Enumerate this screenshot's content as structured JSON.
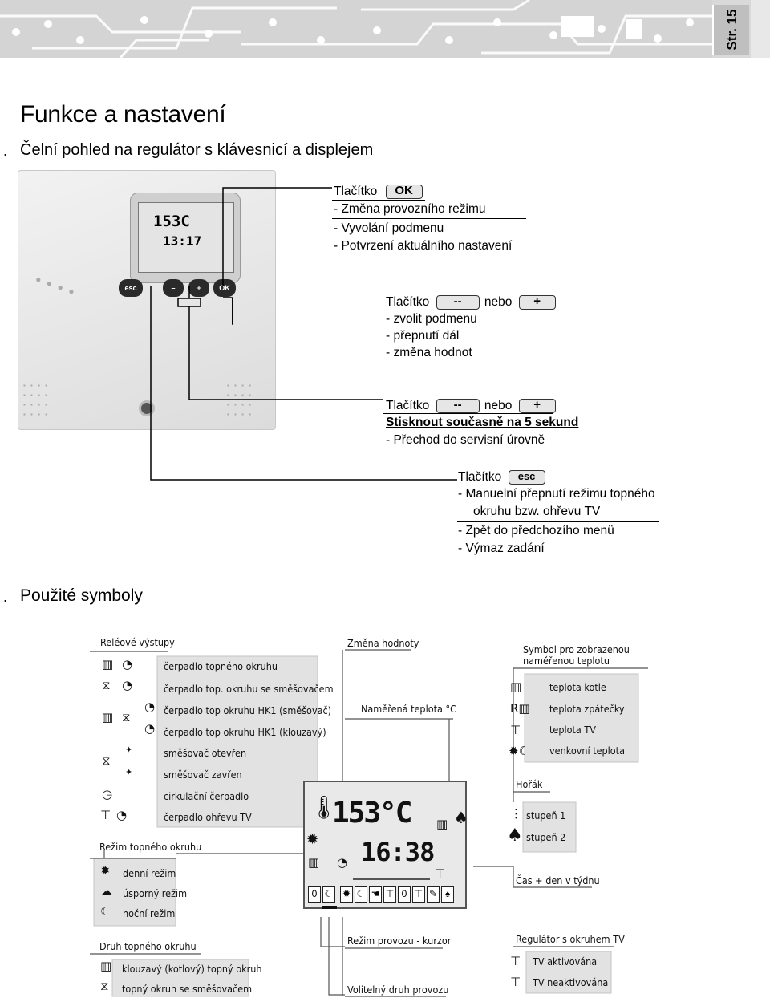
{
  "header": {
    "page_label": "Str. 15"
  },
  "title": "Funkce a nastavení",
  "section1": {
    "marker": ".",
    "title": "Čelní pohled na regulátor s klávesnicí a displejem"
  },
  "device": {
    "lcd_temp": "153C",
    "lcd_time": "13:17",
    "buttons": [
      "esc",
      "–",
      "+",
      "OK"
    ]
  },
  "callout_ok": {
    "label": "Tlačítko",
    "key": "OK",
    "lines": [
      "- Změna provozního režimu",
      "- Vyvolání podmenu",
      "- Potvrzení aktuálního nastavení"
    ]
  },
  "callout_pm": {
    "label": "Tlačítko",
    "key_minus": "--",
    "nebo": "nebo",
    "key_plus": "+",
    "lines": [
      "- zvolit podmenu",
      "- přepnutí dál",
      "- změna hodnot"
    ]
  },
  "callout_pm_both": {
    "label": "Tlačítko",
    "key_minus": "--",
    "nebo": "nebo",
    "key_plus": "+",
    "bold": "Stisknout současně na 5 sekund",
    "lines": [
      "- Přechod do servisní úrovně"
    ]
  },
  "callout_esc": {
    "label": "Tlačítko",
    "key": "esc",
    "lines": [
      "- Manuelní přepnutí režimu topného",
      "okruhu bzw. ohřevu TV",
      "- Zpět do předchozího menü",
      "- Výmaz zadání"
    ]
  },
  "section2": {
    "marker": ".",
    "title": "Použité symboly"
  },
  "symbols": {
    "relay_title": "Reléové výstupy",
    "relay_items": [
      "čerpadlo topného okruhu",
      "čerpadlo top. okruhu se směšovačem",
      "čerpadlo top okruhu HK1 (směšovač)",
      "čerpadlo top okruhu HK1 (klouzavý)",
      "směšovač otevřen",
      "směšovač zavřen",
      "cirkulační čerpadlo",
      "čerpadlo ohřevu TV"
    ],
    "mode_title": "Režim topného okruhu",
    "mode_items": [
      "denní režim",
      "úsporný režim",
      "noční režim"
    ],
    "type_title": "Druh topného okruhu",
    "type_items": [
      "klouzavý (kotlový) topný okruh",
      "topný okruh se směšovačem"
    ],
    "change_value": "Změna hodnoty",
    "measured_temp": "Naměřená teplota °C",
    "mode_cursor": "Režim provozu - kurzor",
    "optional_type": "Volitelný druh provozu",
    "sensor_title_1": "Symbol pro zobrazenou",
    "sensor_title_2": "naměřenou teplotu",
    "sensor_items": [
      "teplota kotle",
      "teplota zpátečky",
      "teplota TV",
      "venkovní teplota"
    ],
    "burner_title": "Hořák",
    "burner_items": [
      "stupeň 1",
      "stupeň 2"
    ],
    "time_day": "Čas + den v týdnu",
    "tv_title": "Regulátor s okruhem TV",
    "tv_items": [
      "TV aktivována",
      "TV neaktivována"
    ],
    "lcd_temp": "153°C",
    "lcd_time": "16:38"
  }
}
